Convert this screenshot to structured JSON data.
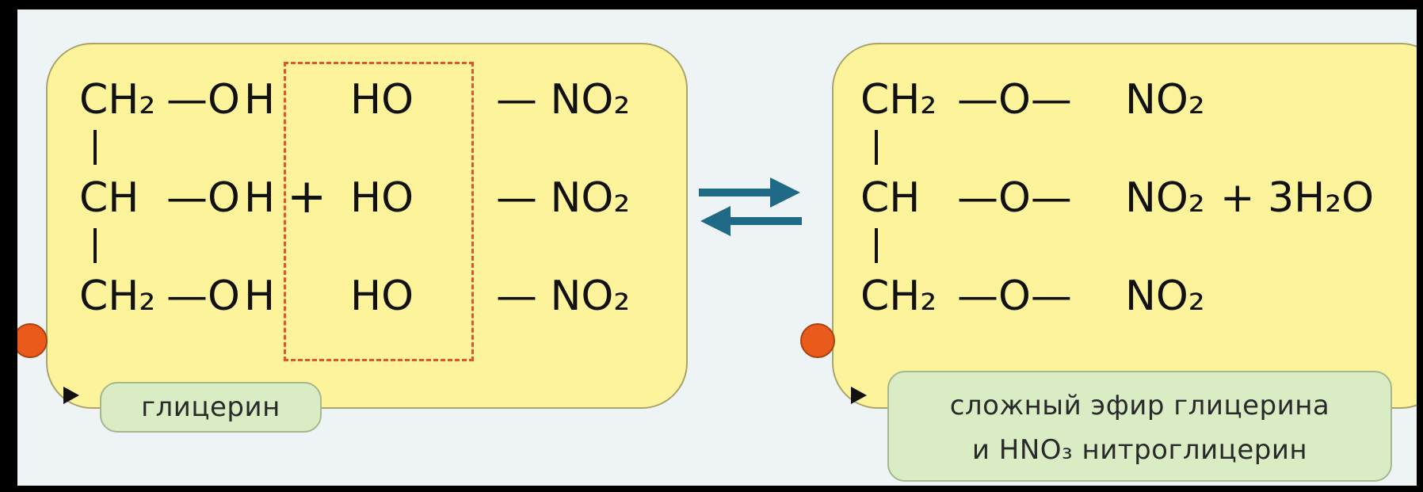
{
  "reactants": {
    "rows": [
      {
        "carbon": "CH₂",
        "bond": "—O",
        "h": "H",
        "plus": "",
        "ho": "HO",
        "no2": "— NO₂"
      },
      {
        "carbon": "CH",
        "bond": "—O",
        "h": "H",
        "plus": "+",
        "ho": "HO",
        "no2": "— NO₂"
      },
      {
        "carbon": "CH₂",
        "bond": "—O",
        "h": "H",
        "plus": "",
        "ho": "HO",
        "no2": "— NO₂"
      }
    ],
    "label": "глицерин"
  },
  "products": {
    "rows": [
      {
        "carbon": "CH₂",
        "bond": "—O—",
        "no2": "NO₂",
        "extra": ""
      },
      {
        "carbon": "CH",
        "bond": "—O—",
        "no2": "NO₂",
        "extra": "+ 3H₂O"
      },
      {
        "carbon": "CH₂",
        "bond": "—O—",
        "no2": "NO₂",
        "extra": ""
      }
    ],
    "label_line1": "сложный эфир глицерина",
    "label_line2": "и  HNO₃ нитроглицерин"
  },
  "colors": {
    "panel": "#fdf39a",
    "tag": "#d9ecc4",
    "arrow": "#1f6a86",
    "dash": "#e0552a",
    "dot": "#ea5a1a"
  },
  "icons": {
    "arrow": "equilibrium-arrows-icon",
    "marker": "orange-dot-icon",
    "pointer": "triangle-pointer-icon"
  }
}
